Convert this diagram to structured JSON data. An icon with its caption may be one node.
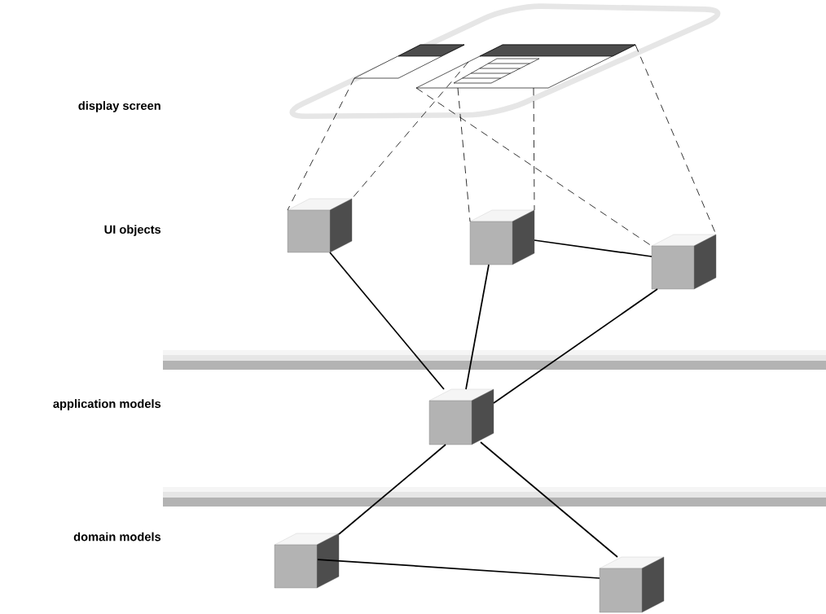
{
  "diagram": {
    "nodes": [
      {
        "text": [],
        "shape": "picture"
      },
      {
        "text": [],
        "shape": "picture"
      },
      {
        "text": [],
        "shape": "box"
      },
      {
        "text": [],
        "shape": "box"
      },
      {
        "text": [],
        "shape": "box"
      },
      {
        "text": [],
        "shape": "box"
      },
      {
        "text": [],
        "shape": "box"
      },
      {
        "text": [],
        "shape": "box"
      }
    ],
    "edges": [
      {
        "from": 0,
        "to": 2,
        "arrow": "none",
        "style": "dashed"
      },
      {
        "from": 1,
        "to": 2,
        "arrow": "none",
        "style": "dashed"
      },
      {
        "from": 1,
        "to": 4,
        "arrow": "none",
        "style": "dashed"
      },
      {
        "from": 1,
        "to": 3,
        "arrow": "none",
        "style": "dashed"
      },
      {
        "from": 1,
        "to": 3,
        "arrow": "none",
        "style": "dashed"
      },
      {
        "from": 1,
        "to": 4,
        "arrow": "none",
        "style": "dashed"
      },
      {
        "from": 2,
        "to": 5,
        "arrow": "none"
      },
      {
        "from": 3,
        "to": 5,
        "arrow": "none"
      },
      {
        "from": 4,
        "to": 5,
        "arrow": "none"
      },
      {
        "from": 3,
        "to": 4,
        "arrow": "none"
      },
      {
        "from": 5,
        "to": 6,
        "arrow": "none"
      },
      {
        "from": 5,
        "to": 7,
        "arrow": "none"
      },
      {
        "from": 6,
        "to": 7,
        "arrow": "none"
      }
    ],
    "labels": [
      "display screen",
      "UI objects",
      "application models",
      "domain models"
    ]
  }
}
